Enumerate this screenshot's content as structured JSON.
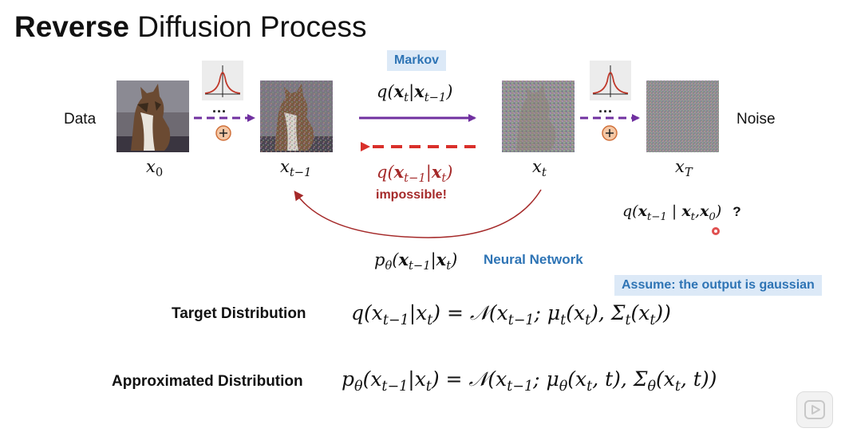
{
  "title": {
    "bold": "Reverse",
    "rest": " Diffusion Process"
  },
  "labels": {
    "data": "Data",
    "noise": "Noise"
  },
  "badges": {
    "markov": "Markov",
    "assume": "Assume: the output is gaussian"
  },
  "nodes": {
    "x0": "x",
    "x0_sub": "0",
    "xt1": "x",
    "xt1_sub": "t−1",
    "xt": "x",
    "xt_sub": "t",
    "xT": "x",
    "xT_sub": "T"
  },
  "arrows": {
    "dots_left": "···",
    "dots_right": "···",
    "forward_eq": "q(x_t | x_{t−1})",
    "forward_q": "q(",
    "forward_x": "x",
    "forward_xsub": "t",
    "forward_bar": "|",
    "forward_x2": "x",
    "forward_x2sub": "t−1",
    "forward_close": ")",
    "reverse_q": "q(",
    "reverse_x": "x",
    "reverse_xsub": "t−1",
    "reverse_bar": "|",
    "reverse_x2": "x",
    "reverse_x2sub": "t",
    "reverse_close": ")",
    "impossible": "impossible!",
    "pt_p": "p",
    "pt_theta": "θ",
    "pt_open": "(",
    "pt_x": "x",
    "pt_xsub": "t−1",
    "pt_bar": "|",
    "pt_x2": "x",
    "pt_x2sub": "t",
    "pt_close": ")",
    "nn": "Neural Network"
  },
  "cond_q": {
    "q": "q(",
    "x1": "x",
    "x1sub": "t−1",
    "bar": " | ",
    "x2": "x",
    "x2sub": "t",
    "comma": ",",
    "x3": "x",
    "x3sub": "0",
    "close": ")",
    "qmark": "?"
  },
  "target": {
    "label": "Target Distribution",
    "lhs": "q(x",
    "lhs_sub": "t−1",
    "lhs_mid": "|x",
    "lhs_sub2": "t",
    "lhs_end": ")",
    "eq": " = 𝒩(x",
    "n_sub": "t−1",
    "mu": "; μ",
    "mu_sub": "t",
    "mu_arg": "(x",
    "mu_arg_sub": "t",
    "sig": "), Σ",
    "sig_sub": "t",
    "sig_arg": "(x",
    "sig_arg_sub": "t",
    "end": "))"
  },
  "approx": {
    "label": "Approximated Distribution",
    "lhs": "p",
    "lhs_theta": "θ",
    "lhs2": "(x",
    "lhs_sub": "t−1",
    "lhs_mid": "|x",
    "lhs_sub2": "t",
    "lhs_end": ")",
    "eq": " = 𝒩(x",
    "n_sub": "t−1",
    "mu": "; μ",
    "mu_sub": "θ",
    "mu_arg": "(x",
    "mu_arg_sub": "t",
    "mu_arg2": ", t), Σ",
    "sig_sub": "θ",
    "sig_arg": "(x",
    "sig_arg_sub": "t",
    "end": ", t))"
  },
  "colors": {
    "purple": "#7030a0",
    "red_dash": "#d9302b",
    "dark_red": "#a52a2a",
    "blue": "#2e74b5",
    "badge_bg": "#dce9f7",
    "plus": "#f4c7a5"
  }
}
